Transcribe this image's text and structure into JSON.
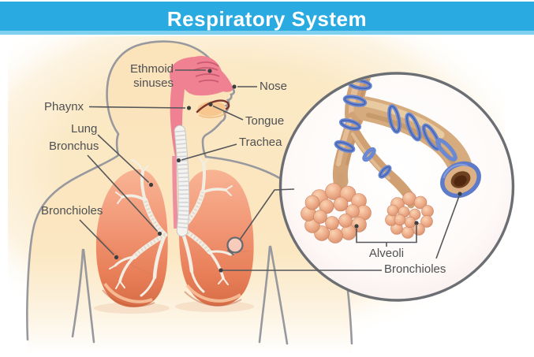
{
  "header": {
    "title": "Respiratory System"
  },
  "labels": {
    "ethmoid_line1": "Ethmoid",
    "ethmoid_line2": "sinuses",
    "nose": "Nose",
    "phaynx": "Phaynx",
    "tongue": "Tongue",
    "lung": "Lung",
    "bronchus": "Bronchus",
    "trachea": "Trachea",
    "bronchioles": "Bronchioles"
  },
  "inset": {
    "alveoli": "Alveoli",
    "bronchioles": "Bronchioles"
  },
  "colors": {
    "header_bg": "#29abe2",
    "header_accent": "#7fd0ef",
    "title_text": "#ffffff",
    "label_text": "#4f5052",
    "leader_line": "#55575a",
    "leader_dot": "#3c3e40",
    "body_outline": "#97999e",
    "skin": "#fbe3ba",
    "background_cream": "#fbe8c2",
    "tract_pink": "#ef8192",
    "lung_coral": "#ef9070",
    "bronchial_tree": "#f3eee4",
    "tube_tan": "#d2a277",
    "ring_blue": "#6a89d2",
    "alveoli_tan": "#e8a687",
    "inset_border": "#6b6e73"
  }
}
